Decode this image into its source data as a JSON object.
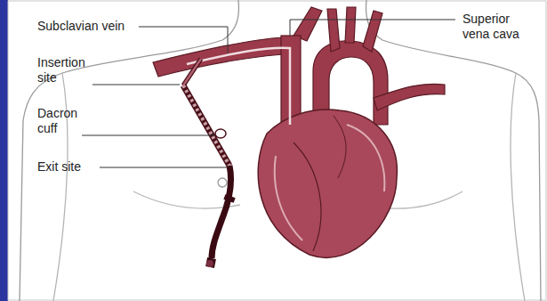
{
  "diagram": {
    "labels": [
      "Subclavian vein",
      "Insertion site",
      "Dacron cuff",
      "Exit site",
      "Superior vena cava"
    ]
  }
}
